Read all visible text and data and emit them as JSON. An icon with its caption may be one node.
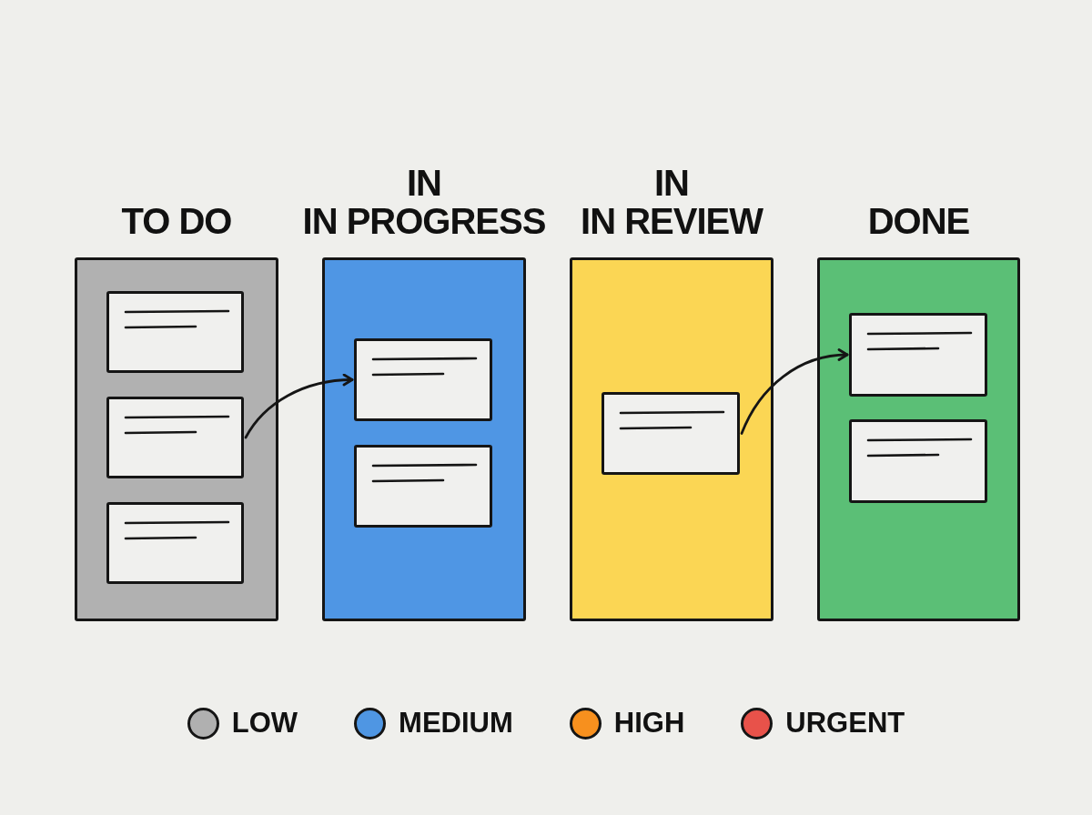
{
  "diagram": {
    "nodes": [
      {
        "text": [
          "TO DO"
        ]
      },
      {
        "text": [],
        "shape": "box",
        "in": 0
      },
      {
        "text": [],
        "shape": "box",
        "in": 0
      },
      {
        "text": [],
        "shape": "box",
        "in": 0
      },
      {
        "text": [
          "IN",
          "IN PROGRESS"
        ]
      },
      {
        "text": [],
        "shape": "box",
        "in": 4
      },
      {
        "text": [],
        "shape": "box",
        "in": 4
      },
      {
        "text": [
          "IN",
          "IN REVIEW"
        ]
      },
      {
        "text": [],
        "shape": "box",
        "in": 7
      },
      {
        "text": [
          "DONE"
        ]
      },
      {
        "text": [],
        "shape": "box",
        "in": 9
      },
      {
        "text": [],
        "shape": "box",
        "in": 9
      }
    ],
    "edges": [
      {
        "from": 2,
        "to": 5,
        "arrow": "to"
      },
      {
        "from": 8,
        "to": 10,
        "arrow": "to"
      }
    ],
    "legend": [
      {
        "text": "LOW",
        "color": "#b0b0b0"
      },
      {
        "text": "MEDIUM",
        "color": "#4f96e3"
      },
      {
        "text": "HIGH",
        "color": "#f7901e"
      },
      {
        "text": "URGENT",
        "color": "#e8524a"
      }
    ]
  }
}
